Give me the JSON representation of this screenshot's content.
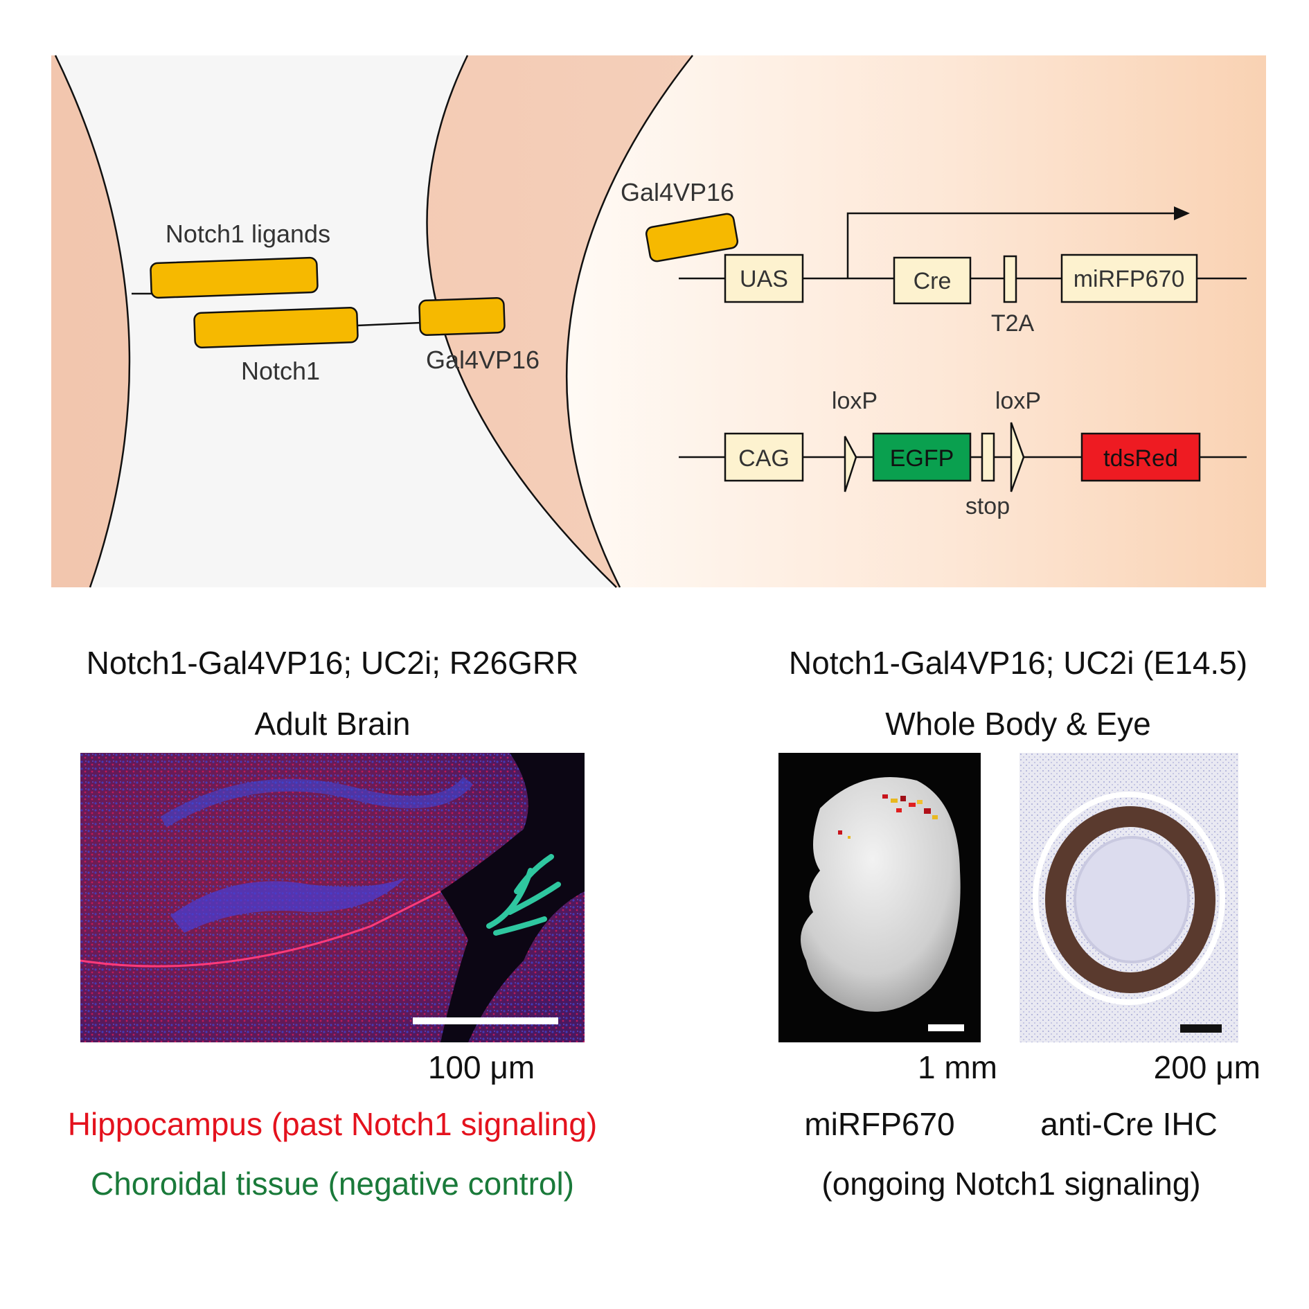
{
  "diagram": {
    "notch1_ligands": "Notch1 ligands",
    "notch1": "Notch1",
    "gal4vp16_membrane": "Gal4VP16",
    "gal4vp16_nucleus": "Gal4VP16",
    "construct1": {
      "uas": "UAS",
      "cre": "Cre",
      "t2a": "T2A",
      "mirfp": "miRFP670"
    },
    "construct2": {
      "cag": "CAG",
      "loxp_left": "loxP",
      "egfp": "EGFP",
      "stop": "stop",
      "loxp_right": "loxP",
      "tdsred": "tdsRed"
    },
    "colors": {
      "protein": "#f6b900",
      "egfp": "#0aa04f",
      "tdsred": "#ee1b22",
      "box": "#fdf2cf"
    }
  },
  "left_panel": {
    "genotype": "Notch1-Gal4VP16; UC2i; R26GRR",
    "subtitle": "Adult Brain",
    "scale_label": "100 μm",
    "legend_red": "Hippocampus (past Notch1 signaling)",
    "legend_green": "Choroidal tissue (negative control)"
  },
  "right_panel": {
    "genotype": "Notch1-Gal4VP16; UC2i (E14.5)",
    "subtitle": "Whole Body & Eye",
    "scale_label_1": "1 mm",
    "scale_label_2": "200 μm",
    "label_1": "miRFP670",
    "label_2": "anti-Cre IHC",
    "note": "(ongoing Notch1 signaling)"
  }
}
